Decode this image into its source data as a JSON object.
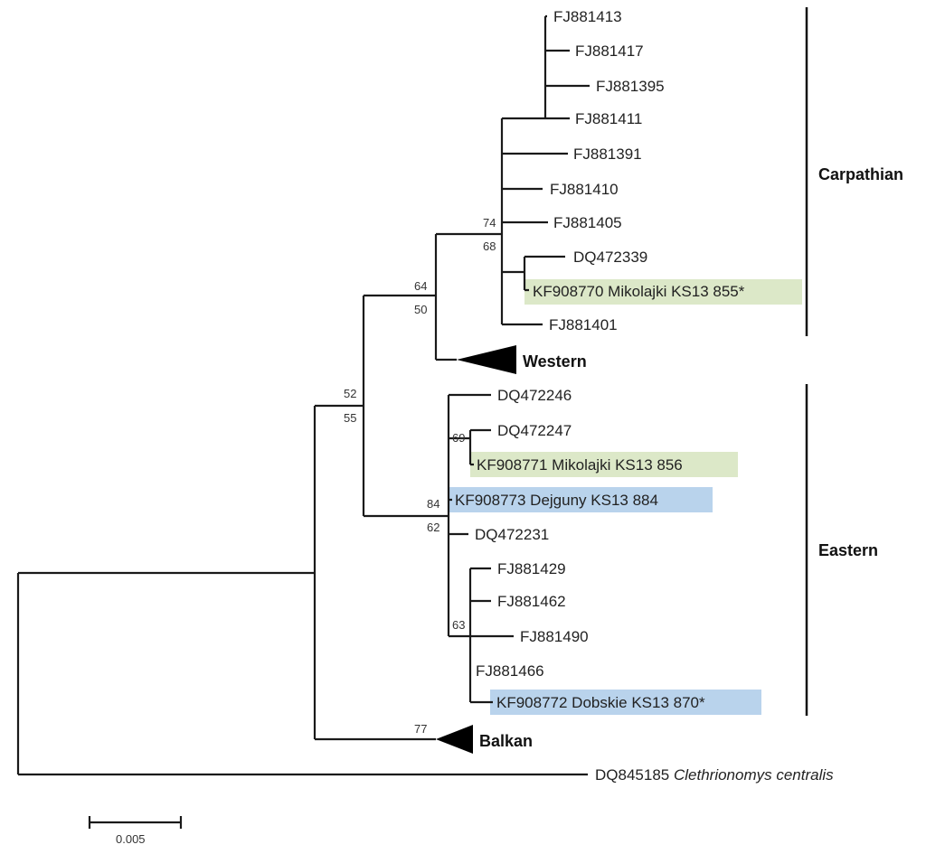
{
  "tips": {
    "t1": "FJ881413",
    "t2": "FJ881417",
    "t3": "FJ881395",
    "t4": "FJ881411",
    "t5": "FJ881391",
    "t6": "FJ881410",
    "t7": "FJ881405",
    "t8": "DQ472339",
    "t9": "KF908770 Mikolajki KS13 855*",
    "t10": "FJ881401",
    "t11": "DQ472246",
    "t12": "DQ472247",
    "t13": "KF908771 Mikolajki KS13 856",
    "t14": "KF908773 Dejguny KS13 884",
    "t15": "DQ472231",
    "t16": "FJ881429",
    "t17": "FJ881462",
    "t18": "FJ881490",
    "t19": "FJ881466",
    "t20": "KF908772 Dobskie KS13 870*",
    "outgroup_acc": "DQ845185",
    "outgroup_species": "Clethrionomys centralis"
  },
  "collapsed_clades": {
    "western": "Western",
    "balkan": "Balkan"
  },
  "support": {
    "s74": "74",
    "s68": "68",
    "s64": "64",
    "s50": "50",
    "s52": "52",
    "s55": "55",
    "s69": "69",
    "s84": "84",
    "s62": "62",
    "s63": "63",
    "s77": "77"
  },
  "groups": {
    "carpathian": "Carpathian",
    "eastern": "Eastern"
  },
  "scale_bar": {
    "label": "0.005"
  },
  "colors": {
    "highlight_green": "#dce8c8",
    "highlight_blue": "#b9d3ec",
    "branch": "#1a1a1a"
  }
}
